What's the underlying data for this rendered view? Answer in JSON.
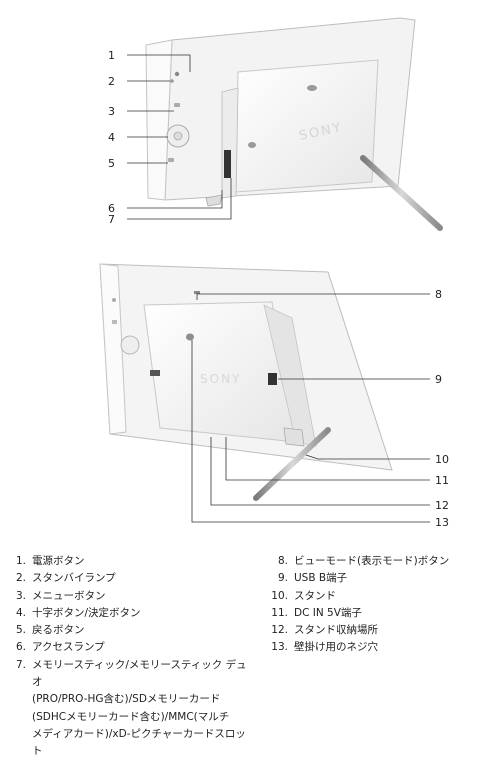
{
  "diagram": {
    "callouts": [
      "1",
      "2",
      "3",
      "4",
      "5",
      "6",
      "7",
      "8",
      "9",
      "10",
      "11",
      "12",
      "13"
    ],
    "brand": "SONY"
  },
  "legend": {
    "left": [
      {
        "n": "1.",
        "text": "電源ボタン"
      },
      {
        "n": "2.",
        "text": "スタンバイランプ"
      },
      {
        "n": "3.",
        "text": "メニューボタン"
      },
      {
        "n": "4.",
        "text": "十字ボタン/決定ボタン"
      },
      {
        "n": "5.",
        "text": "戻るボタン"
      },
      {
        "n": "6.",
        "text": "アクセスランプ"
      },
      {
        "n": "7.",
        "text": "メモリースティック/メモリースティック デュオ\n(PRO/PRO-HG含む)/SDメモリーカード\n(SDHCメモリーカード含む)/MMC(マルチ\nメディアカード)/xD-ピクチャーカードスロット"
      }
    ],
    "right": [
      {
        "n": "8.",
        "text": "ビューモード(表示モード)ボタン"
      },
      {
        "n": "9.",
        "text": "USB B端子"
      },
      {
        "n": "10.",
        "text": "スタンド"
      },
      {
        "n": "11.",
        "text": "DC IN 5V端子"
      },
      {
        "n": "12.",
        "text": "スタンド収納場所"
      },
      {
        "n": "13.",
        "text": "壁掛け用のネジ穴"
      }
    ]
  }
}
